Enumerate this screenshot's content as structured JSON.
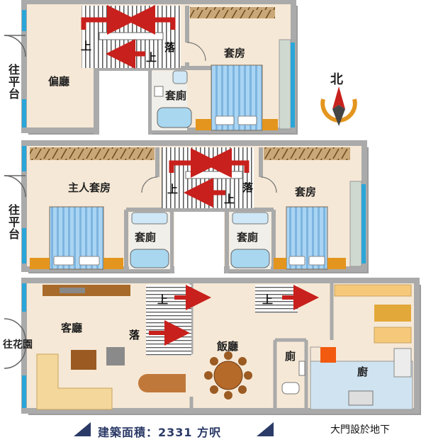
{
  "floor_top": {
    "rooms": {
      "side_hall": "偏廳",
      "suite": "套房",
      "bath": "套廁"
    },
    "stairs": {
      "up_left": "上",
      "up_right": "上",
      "down": "落"
    },
    "to_terrace": "往平台"
  },
  "floor_mid": {
    "rooms": {
      "master_suite": "主人套房",
      "suite": "套房",
      "bath_left": "套廁",
      "bath_right": "套廁"
    },
    "stairs": {
      "up_left": "上",
      "up_right": "上",
      "down": "落"
    },
    "to_terrace": "往平台"
  },
  "floor_ground": {
    "rooms": {
      "living": "客廳",
      "dining": "飯廳",
      "toilet": "廁",
      "kitchen": "廚"
    },
    "stairs": {
      "up_left": "上",
      "up_right": "上",
      "down": "落"
    },
    "to_garden": "往花園"
  },
  "compass": {
    "label": "北"
  },
  "area_label": "建築面積：2331 方呎",
  "entrance_note": "大門設於地下",
  "colors": {
    "floor": "#f6e8d6",
    "wall": "#b5b5b5",
    "stair_arrow": "#c8201c",
    "bed": "#8fc3ea",
    "bath": "#a9d7f0",
    "wood": "#e3951d",
    "window": "#2aa6d9"
  }
}
